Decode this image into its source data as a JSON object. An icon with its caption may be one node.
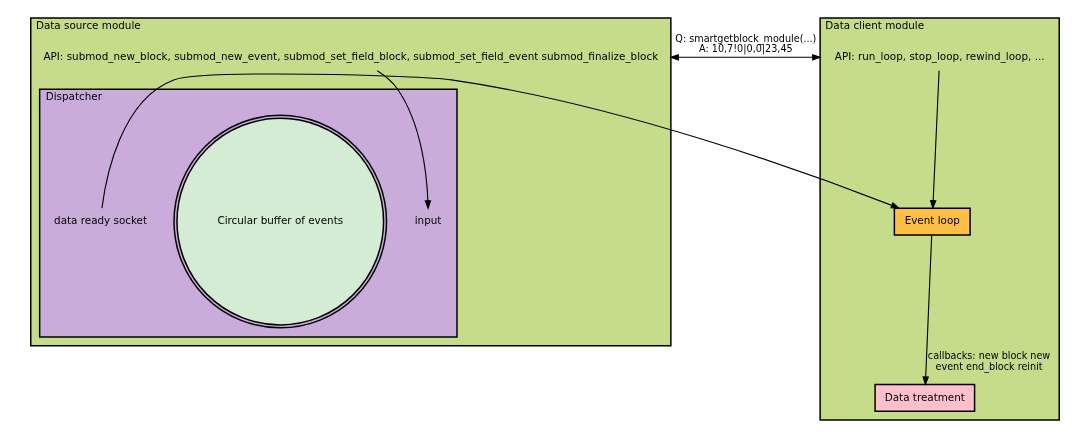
{
  "diagram": {
    "nodes": [
      {
        "text": [
          "Data source module"
        ]
      },
      {
        "text": [
          "API: submod_new_block, submod_new_event, submod_set_field_block, submod_set_field_event submod_finalize_block"
        ],
        "in": 0
      },
      {
        "text": [
          "Dispatcher"
        ],
        "in": 0
      },
      {
        "text": [
          "input"
        ],
        "in": 2
      },
      {
        "text": [
          "Circular buffer of events"
        ],
        "in": 2
      },
      {
        "text": [
          "data ready socket"
        ],
        "in": 2
      },
      {
        "text": [
          "Data client module"
        ]
      },
      {
        "text": [
          "API: run_loop, stop_loop, rewind_loop, ..."
        ],
        "in": 6
      },
      {
        "text": [
          "Event loop"
        ],
        "in": 6
      },
      {
        "text": [
          "Data treatment"
        ],
        "in": 6
      }
    ],
    "edges": [
      {
        "from": 1,
        "to": 3,
        "arrow": "to"
      },
      {
        "from": 0,
        "to": 6,
        "arrow": "both",
        "label": "Q: smartgetblock_module(...) A: 10,7!0|0,0|23,45"
      },
      {
        "from": 5,
        "to": 8,
        "arrow": "to"
      },
      {
        "from": 7,
        "to": 8,
        "arrow": "to"
      },
      {
        "from": 8,
        "to": 9,
        "arrow": "to",
        "label": "callbacks: new block new event end_block reinit"
      }
    ]
  }
}
